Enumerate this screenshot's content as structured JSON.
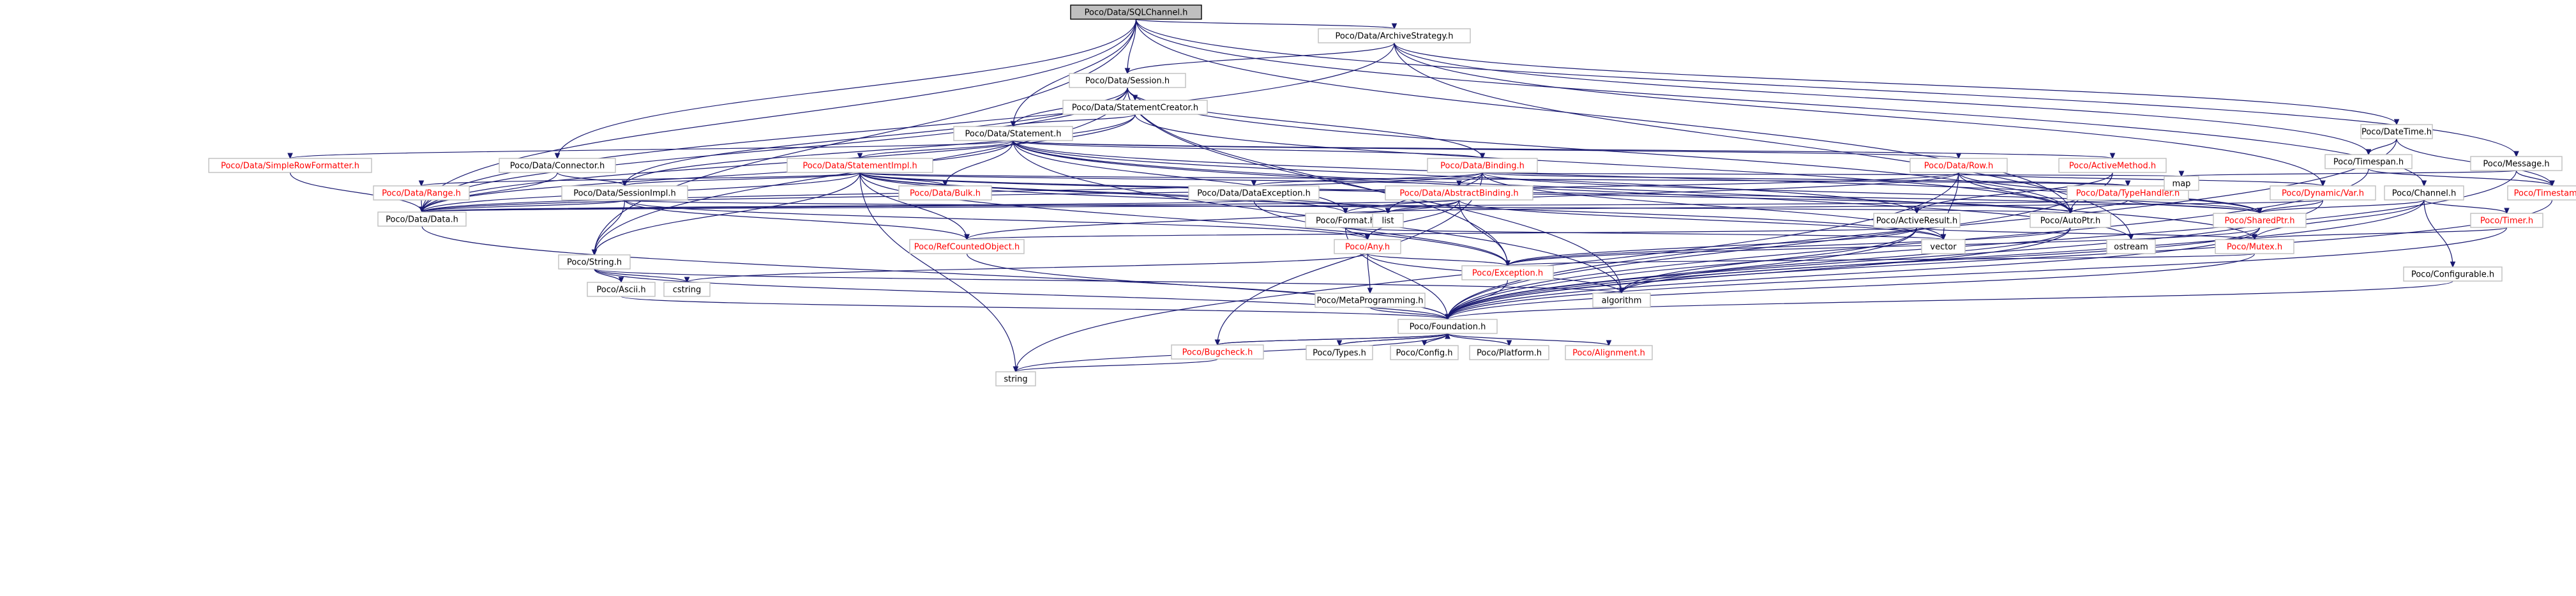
{
  "graph": {
    "title": "Poco/Data/SQLChannel.h",
    "edge_color": "#191970",
    "root_fill": "#bfbfbf",
    "text_colors": {
      "black_link": "#000000",
      "red_link": "#ff0000"
    },
    "nodes": [
      {
        "id": "n0",
        "label": "Poco/Data/SQLChannel.h",
        "style": "root"
      },
      {
        "id": "n1",
        "label": "Poco/Data/ArchiveStrategy.h",
        "style": "link"
      },
      {
        "id": "n2",
        "label": "Poco/Data/Session.h",
        "style": "link"
      },
      {
        "id": "n3",
        "label": "Poco/Data/StatementCreator.h",
        "style": "link"
      },
      {
        "id": "n4",
        "label": "Poco/Data/Statement.h",
        "style": "link"
      },
      {
        "id": "n5",
        "label": "Poco/Data/SimpleRowFormatter.h",
        "style": "red"
      },
      {
        "id": "n6",
        "label": "Poco/Data/Connector.h",
        "style": "link"
      },
      {
        "id": "n7",
        "label": "Poco/Data/StatementImpl.h",
        "style": "red"
      },
      {
        "id": "n8",
        "label": "Poco/Data/Binding.h",
        "style": "red"
      },
      {
        "id": "n9",
        "label": "Poco/Data/Row.h",
        "style": "red"
      },
      {
        "id": "n10",
        "label": "Poco/ActiveMethod.h",
        "style": "red"
      },
      {
        "id": "n11",
        "label": "Poco/Data/Range.h",
        "style": "red"
      },
      {
        "id": "n12",
        "label": "Poco/Data/SessionImpl.h",
        "style": "link"
      },
      {
        "id": "n13",
        "label": "Poco/Data/Bulk.h",
        "style": "red"
      },
      {
        "id": "n14",
        "label": "Poco/Data/AbstractBinding.h",
        "style": "red"
      },
      {
        "id": "n15",
        "label": "Poco/Data/DataException.h",
        "style": "link"
      },
      {
        "id": "n16",
        "label": "Poco/Data/TypeHandler.h",
        "style": "red"
      },
      {
        "id": "n17",
        "label": "Poco/Dynamic/Var.h",
        "style": "red"
      },
      {
        "id": "n18",
        "label": "Poco/DateTime.h",
        "style": "link"
      },
      {
        "id": "n19",
        "label": "Poco/Timespan.h",
        "style": "link"
      },
      {
        "id": "n20",
        "label": "Poco/Message.h",
        "style": "link"
      },
      {
        "id": "n21",
        "label": "Poco/Channel.h",
        "style": "link"
      },
      {
        "id": "n22",
        "label": "Poco/Timestamp.h",
        "style": "red"
      },
      {
        "id": "n23",
        "label": "Poco/Data/Data.h",
        "style": "link"
      },
      {
        "id": "n24",
        "label": "Poco/String.h",
        "style": "link"
      },
      {
        "id": "n25",
        "label": "Poco/Format.h",
        "style": "link"
      },
      {
        "id": "n26",
        "label": "Poco/ActiveResult.h",
        "style": "link"
      },
      {
        "id": "n27",
        "label": "Poco/AutoPtr.h",
        "style": "link"
      },
      {
        "id": "n28",
        "label": "Poco/SharedPtr.h",
        "style": "red"
      },
      {
        "id": "n29",
        "label": "Poco/Timer.h",
        "style": "red"
      },
      {
        "id": "n30",
        "label": "Poco/Configurable.h",
        "style": "link"
      },
      {
        "id": "n31",
        "label": "Poco/RefCountedObject.h",
        "style": "red"
      },
      {
        "id": "n32",
        "label": "Poco/Any.h",
        "style": "red"
      },
      {
        "id": "n33",
        "label": "Poco/Mutex.h",
        "style": "red"
      },
      {
        "id": "n34",
        "label": "Poco/Ascii.h",
        "style": "link"
      },
      {
        "id": "n35",
        "label": "Poco/Exception.h",
        "style": "red"
      },
      {
        "id": "n36",
        "label": "Poco/MetaProgramming.h",
        "style": "link"
      },
      {
        "id": "n37",
        "label": "Poco/Foundation.h",
        "style": "link"
      },
      {
        "id": "n38",
        "label": "Poco/Bugcheck.h",
        "style": "red"
      },
      {
        "id": "n39",
        "label": "Poco/Types.h",
        "style": "link"
      },
      {
        "id": "n40",
        "label": "Poco/Config.h",
        "style": "link"
      },
      {
        "id": "n41",
        "label": "Poco/Platform.h",
        "style": "link"
      },
      {
        "id": "n42",
        "label": "Poco/Alignment.h",
        "style": "red"
      },
      {
        "id": "n43",
        "label": "map",
        "style": "plain"
      },
      {
        "id": "n44",
        "label": "list",
        "style": "plain"
      },
      {
        "id": "n45",
        "label": "vector",
        "style": "plain"
      },
      {
        "id": "n46",
        "label": "cstring",
        "style": "plain"
      },
      {
        "id": "n47",
        "label": "algorithm",
        "style": "plain"
      },
      {
        "id": "n48",
        "label": "ostream",
        "style": "plain"
      },
      {
        "id": "n49",
        "label": "string",
        "style": "plain"
      }
    ],
    "edges": [
      [
        "n0",
        "n1"
      ],
      [
        "n0",
        "n2"
      ],
      [
        "n0",
        "n4"
      ],
      [
        "n0",
        "n6"
      ],
      [
        "n0",
        "n20"
      ],
      [
        "n0",
        "n21"
      ],
      [
        "n0",
        "n23"
      ],
      [
        "n0",
        "n24"
      ],
      [
        "n0",
        "n27"
      ],
      [
        "n1",
        "n2"
      ],
      [
        "n1",
        "n18"
      ],
      [
        "n1",
        "n19"
      ],
      [
        "n1",
        "n17"
      ],
      [
        "n1",
        "n23"
      ],
      [
        "n1",
        "n48"
      ],
      [
        "n2",
        "n3"
      ],
      [
        "n2",
        "n4"
      ],
      [
        "n2",
        "n8"
      ],
      [
        "n2",
        "n12"
      ],
      [
        "n2",
        "n23"
      ],
      [
        "n2",
        "n27"
      ],
      [
        "n2",
        "n47"
      ],
      [
        "n2",
        "n24"
      ],
      [
        "n2",
        "n35"
      ],
      [
        "n3",
        "n4"
      ],
      [
        "n3",
        "n12"
      ],
      [
        "n3",
        "n23"
      ],
      [
        "n3",
        "n27"
      ],
      [
        "n4",
        "n5"
      ],
      [
        "n4",
        "n7"
      ],
      [
        "n4",
        "n8"
      ],
      [
        "n4",
        "n9"
      ],
      [
        "n4",
        "n10"
      ],
      [
        "n4",
        "n13"
      ],
      [
        "n4",
        "n23"
      ],
      [
        "n4",
        "n25"
      ],
      [
        "n4",
        "n26"
      ],
      [
        "n4",
        "n28"
      ],
      [
        "n4",
        "n47"
      ],
      [
        "n4",
        "n48"
      ],
      [
        "n4",
        "n33"
      ],
      [
        "n5",
        "n23"
      ],
      [
        "n6",
        "n12"
      ],
      [
        "n6",
        "n23"
      ],
      [
        "n7",
        "n11"
      ],
      [
        "n7",
        "n12"
      ],
      [
        "n7",
        "n13"
      ],
      [
        "n7",
        "n14"
      ],
      [
        "n7",
        "n16"
      ],
      [
        "n7",
        "n23"
      ],
      [
        "n7",
        "n24"
      ],
      [
        "n7",
        "n25"
      ],
      [
        "n7",
        "n31"
      ],
      [
        "n7",
        "n35"
      ],
      [
        "n7",
        "n28"
      ],
      [
        "n7",
        "n44"
      ],
      [
        "n7",
        "n45"
      ],
      [
        "n7",
        "n49"
      ],
      [
        "n7",
        "n27"
      ],
      [
        "n8",
        "n14"
      ],
      [
        "n8",
        "n15"
      ],
      [
        "n8",
        "n16"
      ],
      [
        "n8",
        "n23"
      ],
      [
        "n8",
        "n28"
      ],
      [
        "n8",
        "n43"
      ],
      [
        "n8",
        "n44"
      ],
      [
        "n8",
        "n45"
      ],
      [
        "n8",
        "n38"
      ],
      [
        "n9",
        "n17"
      ],
      [
        "n9",
        "n23"
      ],
      [
        "n9",
        "n25"
      ],
      [
        "n9",
        "n28"
      ],
      [
        "n9",
        "n45"
      ],
      [
        "n9",
        "n49"
      ],
      [
        "n9",
        "n27"
      ],
      [
        "n10",
        "n26"
      ],
      [
        "n10",
        "n27"
      ],
      [
        "n10",
        "n37"
      ],
      [
        "n11",
        "n23"
      ],
      [
        "n12",
        "n23"
      ],
      [
        "n12",
        "n24"
      ],
      [
        "n12",
        "n31"
      ],
      [
        "n12",
        "n32"
      ],
      [
        "n12",
        "n27"
      ],
      [
        "n14",
        "n23"
      ],
      [
        "n14",
        "n31"
      ],
      [
        "n14",
        "n32"
      ],
      [
        "n14",
        "n44"
      ],
      [
        "n14",
        "n45"
      ],
      [
        "n14",
        "n35"
      ],
      [
        "n15",
        "n23"
      ],
      [
        "n15",
        "n35"
      ],
      [
        "n16",
        "n23"
      ],
      [
        "n16",
        "n27"
      ],
      [
        "n16",
        "n28"
      ],
      [
        "n17",
        "n28"
      ],
      [
        "n17",
        "n25"
      ],
      [
        "n17",
        "n37"
      ],
      [
        "n18",
        "n19"
      ],
      [
        "n18",
        "n22"
      ],
      [
        "n18",
        "n37"
      ],
      [
        "n19",
        "n22"
      ],
      [
        "n19",
        "n37"
      ],
      [
        "n20",
        "n22"
      ],
      [
        "n20",
        "n43"
      ],
      [
        "n20",
        "n37"
      ],
      [
        "n21",
        "n29"
      ],
      [
        "n21",
        "n30"
      ],
      [
        "n21",
        "n33"
      ],
      [
        "n21",
        "n37"
      ],
      [
        "n21",
        "n28"
      ],
      [
        "n22",
        "n37"
      ],
      [
        "n23",
        "n37"
      ],
      [
        "n24",
        "n34"
      ],
      [
        "n24",
        "n46"
      ],
      [
        "n24",
        "n47"
      ],
      [
        "n24",
        "n37"
      ],
      [
        "n25",
        "n32"
      ],
      [
        "n25",
        "n45"
      ],
      [
        "n25",
        "n37"
      ],
      [
        "n26",
        "n31"
      ],
      [
        "n26",
        "n33"
      ],
      [
        "n26",
        "n35"
      ],
      [
        "n26",
        "n37"
      ],
      [
        "n26",
        "n47"
      ],
      [
        "n27",
        "n35"
      ],
      [
        "n27",
        "n37"
      ],
      [
        "n27",
        "n47"
      ],
      [
        "n28",
        "n35"
      ],
      [
        "n28",
        "n37"
      ],
      [
        "n28",
        "n47"
      ],
      [
        "n29",
        "n33"
      ],
      [
        "n29",
        "n37"
      ],
      [
        "n30",
        "n37"
      ],
      [
        "n31",
        "n37"
      ],
      [
        "n32",
        "n35"
      ],
      [
        "n32",
        "n36"
      ],
      [
        "n32",
        "n46"
      ],
      [
        "n32",
        "n47"
      ],
      [
        "n33",
        "n35"
      ],
      [
        "n33",
        "n37"
      ],
      [
        "n34",
        "n37"
      ],
      [
        "n35",
        "n37"
      ],
      [
        "n36",
        "n37"
      ],
      [
        "n37",
        "n38"
      ],
      [
        "n37",
        "n39"
      ],
      [
        "n37",
        "n40"
      ],
      [
        "n37",
        "n41"
      ],
      [
        "n37",
        "n42"
      ],
      [
        "n37",
        "n49"
      ],
      [
        "n38",
        "n37"
      ],
      [
        "n38",
        "n49"
      ],
      [
        "n39",
        "n37"
      ]
    ]
  }
}
